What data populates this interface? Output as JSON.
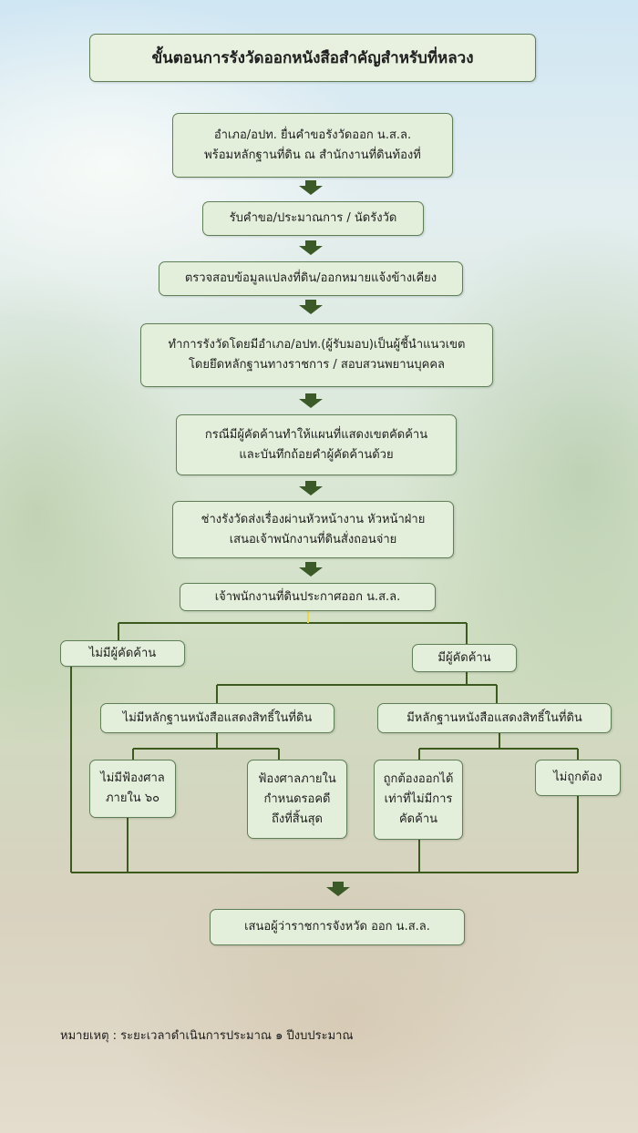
{
  "title": "ขั้นตอนการรังวัดออกหนังสือสำคัญสำหรับที่หลวง",
  "steps": [
    {
      "lines": [
        "อำเภอ/อปท. ยื่นคำขอรังวัดออก น.ส.ล.",
        "พร้อมหลักฐานที่ดิน ณ สำนักงานที่ดินท้องที่"
      ]
    },
    {
      "lines": [
        "รับคำขอ/ประมาณการ / นัดรังวัด"
      ]
    },
    {
      "lines": [
        "ตรวจสอบข้อมูลแปลงที่ดิน/ออกหมายแจ้งข้างเคียง"
      ]
    },
    {
      "lines": [
        "ทำการรังวัดโดยมีอำเภอ/อปท.(ผู้รับมอบ)เป็นผู้ชี้นำแนวเขต",
        "โดยยึดหลักฐานทางราชการ / สอบสวนพยานบุคคล"
      ]
    },
    {
      "lines": [
        "กรณีมีผู้คัดค้านทำให้แผนที่แสดงเขตคัดค้าน",
        "และบันทึกถ้อยคำผู้คัดค้านด้วย"
      ]
    },
    {
      "lines": [
        "ช่างรังวัดส่งเรื่องผ่านหัวหน้างาน หัวหน้าฝ่าย",
        "เสนอเจ้าพนักงานที่ดินสั่งถอนจ่าย"
      ]
    },
    {
      "lines": [
        "เจ้าพนักงานที่ดินประกาศออก น.ส.ล."
      ]
    }
  ],
  "branches": {
    "no_objection": "ไม่มีผู้คัดค้าน",
    "objection": "มีผู้คัดค้าน",
    "no_evidence": "ไม่มีหลักฐานหนังสือแสดงสิทธิ์ในที่ดิน",
    "has_evidence": "มีหลักฐานหนังสือแสดงสิทธิ์ในที่ดิน",
    "no_lawsuit": [
      "ไม่มีฟ้องศาล",
      "ภายใน ๖๐"
    ],
    "lawsuit": [
      "ฟ้องศาลภายใน",
      "กำหนดรอคดี",
      "ถึงที่สิ้นสุด"
    ],
    "correct": [
      "ถูกต้องออกได้",
      "เท่าที่ไม่มีการ",
      "คัดค้าน"
    ],
    "incorrect": "ไม่ถูกต้อง"
  },
  "final": "เสนอผู้ว่าราชการจังหวัด ออก น.ส.ล.",
  "note": "หมายเหตุ : ระยะเวลาดำเนินการประมาณ ๑ ปีงบประมาณ",
  "colors": {
    "box_fill": "#e4efdb",
    "box_border": "#5f7f56",
    "line": "#3d5a1e",
    "arrow": "#3b5a28"
  }
}
